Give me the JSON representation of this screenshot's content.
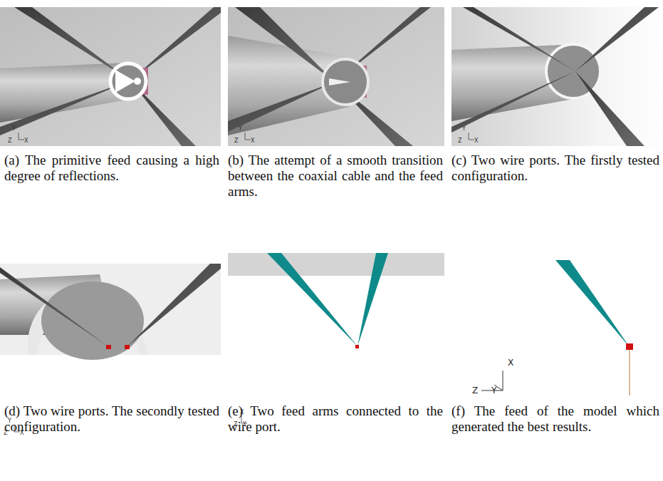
{
  "diagram": {
    "labels": [
      "Y",
      "Z",
      "X",
      "Y",
      "Z",
      "X",
      "Y",
      "Z",
      "X",
      "(a) The primitive feed causing a high degree of reflections.",
      "(b) The attempt of a smooth transition between the coaxial cable and the feed arms.",
      "(c) Two wire ports. The firstly tested configuration.",
      "Y",
      "Z",
      "X",
      "X",
      "Z",
      "Y",
      "X",
      "Z",
      "Y",
      "(d) Two wire ports. The secondly tested configuration.",
      "(e) Two feed arms connected to the wire port.",
      "(f) The feed of the model which generated the best results."
    ]
  }
}
